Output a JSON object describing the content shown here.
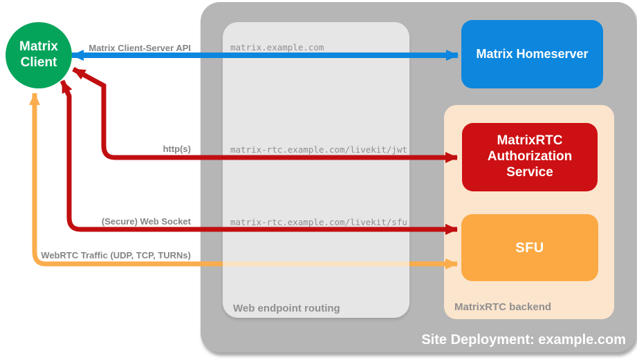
{
  "diagram_title": "Site Deployment: example.com",
  "nodes": {
    "client": {
      "label": "Matrix Client",
      "color": "#04a45b"
    },
    "homeserver": {
      "label": "Matrix Homeserver",
      "color": "#0d87de"
    },
    "auth_service": {
      "label": "MatrixRTC Authorization Service",
      "color": "#cd1013"
    },
    "sfu": {
      "label": "SFU",
      "color": "#fca944"
    }
  },
  "containers": {
    "site_deployment": {
      "label": "Site Deployment: example.com",
      "color": "#b6b6b6"
    },
    "web_endpoint_routing": {
      "label": "Web endpoint routing"
    },
    "matrixrtc_backend": {
      "label": "MatrixRTC backend",
      "color": "#fce5cd"
    }
  },
  "routes": [
    {
      "host": "matrix.example.com"
    },
    {
      "host": "matrix-rtc.example.com/livekit/jwt"
    },
    {
      "host": "matrix-rtc.example.com/livekit/sfu"
    }
  ],
  "edges": [
    {
      "label": "Matrix Client-Server API",
      "color": "#0d87de"
    },
    {
      "label": "http(s)",
      "color": "#c10e10"
    },
    {
      "label": "(Secure) Web Socket",
      "color": "#c10e10"
    },
    {
      "label": "WebRTC Traffic (UDP, TCP, TURNs)",
      "color": "#fbad4d"
    }
  ]
}
